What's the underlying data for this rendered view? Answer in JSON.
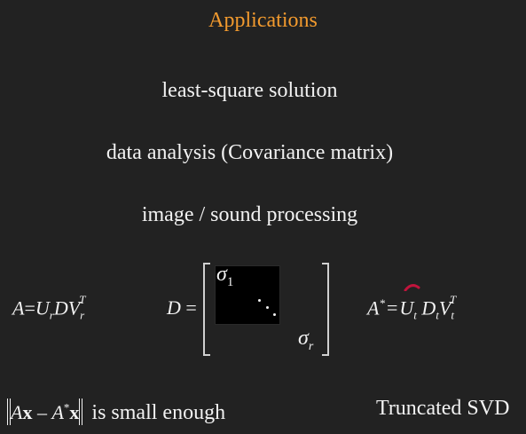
{
  "slide": {
    "title": "Applications",
    "bullets": [
      "least-square solution",
      "data analysis (Covariance matrix)",
      "image / sound processing"
    ],
    "equation_a": {
      "lhs": "A",
      "eq": "=",
      "u": "U",
      "u_sub": "r",
      "d": "D",
      "v": "V",
      "v_sub": "r",
      "v_sup": "T"
    },
    "equation_d": {
      "lhs": "D",
      "eq": "=",
      "sigma_first": "σ",
      "sigma_first_sub": "1",
      "sigma_last": "σ",
      "sigma_last_sub": "r"
    },
    "equation_astar": {
      "lhs": "A",
      "lhs_sup": "*",
      "eq": "=",
      "u": "U",
      "u_sub": "t",
      "d": "D",
      "d_sub": "t",
      "v": "V",
      "v_sub": "t",
      "v_sup": "T"
    },
    "norm_expression": {
      "a": "A",
      "x1": "x",
      "minus": "–",
      "a2": "A",
      "a2_sup": "*",
      "x2": "x",
      "suffix": "is small enough"
    },
    "truncated_label": "Truncated SVD",
    "colors": {
      "background": "#222222",
      "title": "#f29a2e",
      "text": "#f2f2f2",
      "mark": "#c0143c"
    }
  }
}
